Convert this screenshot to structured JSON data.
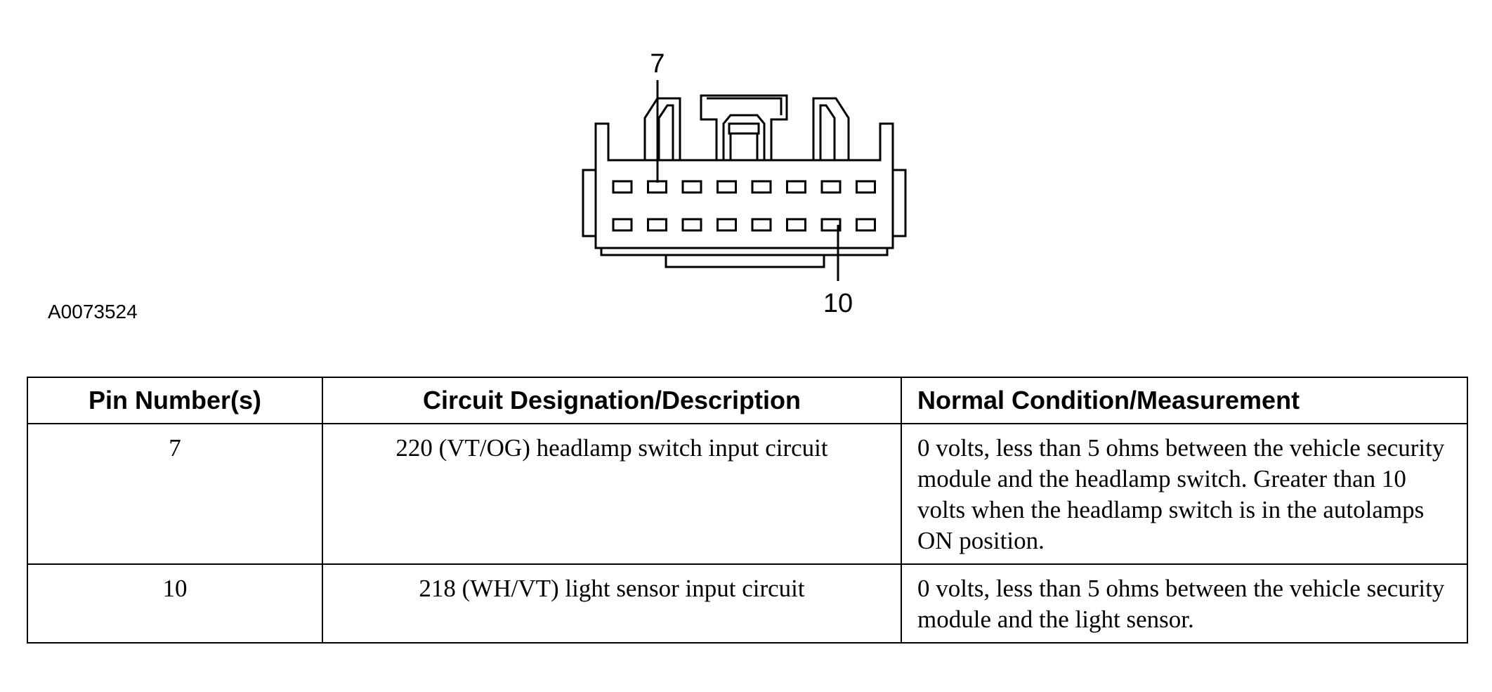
{
  "figure_id": "A0073524",
  "diagram": {
    "pin_callouts": [
      "7",
      "10"
    ],
    "rows_of_terminals": 2,
    "terminals_per_row": 8
  },
  "table": {
    "headers": [
      "Pin Number(s)",
      "Circuit Designation/Description",
      "Normal Condition/Measurement"
    ],
    "rows": [
      {
        "pin": "7",
        "description": "220 (VT/OG) headlamp switch input circuit",
        "measurement": "0 volts, less than 5 ohms between the vehicle security module and the headlamp switch. Greater than 10 volts when the headlamp switch is in the autolamps ON position."
      },
      {
        "pin": "10",
        "description": "218 (WH/VT) light sensor input circuit",
        "measurement": "0 volts, less than 5 ohms between the vehicle security module and the light sensor."
      }
    ]
  }
}
